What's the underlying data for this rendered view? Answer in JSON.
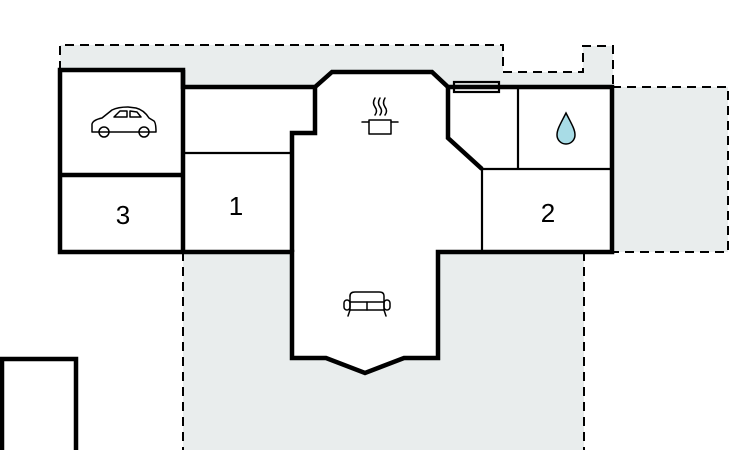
{
  "rooms": [
    {
      "label": "1"
    },
    {
      "label": "2"
    },
    {
      "label": "3"
    }
  ],
  "icons": {
    "garage": "car-icon",
    "kitchen": "cooking-pot-icon",
    "bathroom": "water-drop-icon",
    "living": "sofa-icon"
  },
  "colors": {
    "terrace": "#e9eded",
    "water_drop": "#a8dce6",
    "walls": "#000000"
  }
}
